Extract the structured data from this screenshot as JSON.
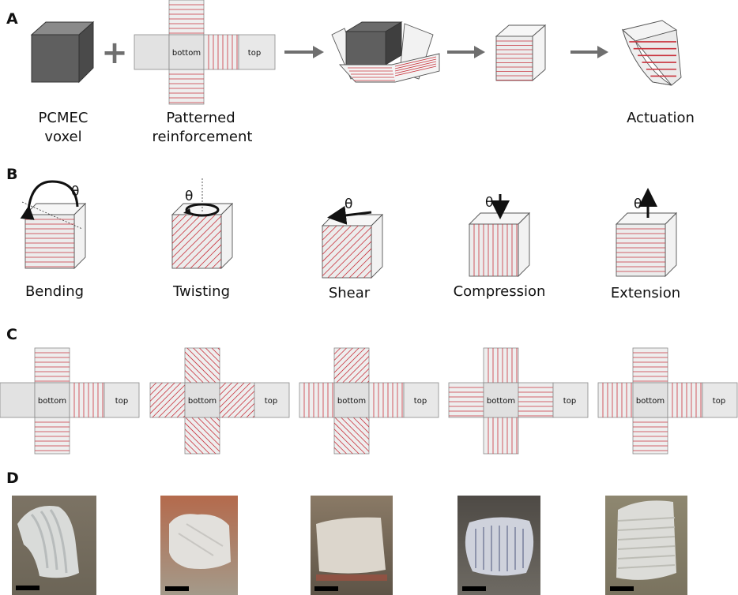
{
  "panel_labels": {
    "a": "A",
    "b": "B",
    "c": "C",
    "d": "D"
  },
  "panel_a": {
    "voxel_caption_line1": "PCMEC",
    "voxel_caption_line2": "voxel",
    "plus": "+",
    "reinforcement_caption_line1": "Patterned",
    "reinforcement_caption_line2": "reinforcement",
    "actuation_caption": "Actuation",
    "net_bottom": "bottom",
    "net_top": "top"
  },
  "panel_b": {
    "theta": "θ",
    "modes": [
      "Bending",
      "Twisting",
      "Shear",
      "Compression",
      "Extension"
    ]
  },
  "panel_c": {
    "net_bottom": "bottom",
    "net_top": "top"
  },
  "panel_d": {
    "photo_count": 5
  },
  "colors": {
    "reinforcement_line": "#c9333d",
    "voxel_dark": "#5f5f5f",
    "arrow": "#6f6f6f",
    "net_face": "#e6e6e6"
  },
  "icons": [
    "plus-icon",
    "right-arrow-icon",
    "curved-arrow-icon",
    "rotation-arrow-icon",
    "straight-arrow-icon",
    "scale-bar"
  ]
}
